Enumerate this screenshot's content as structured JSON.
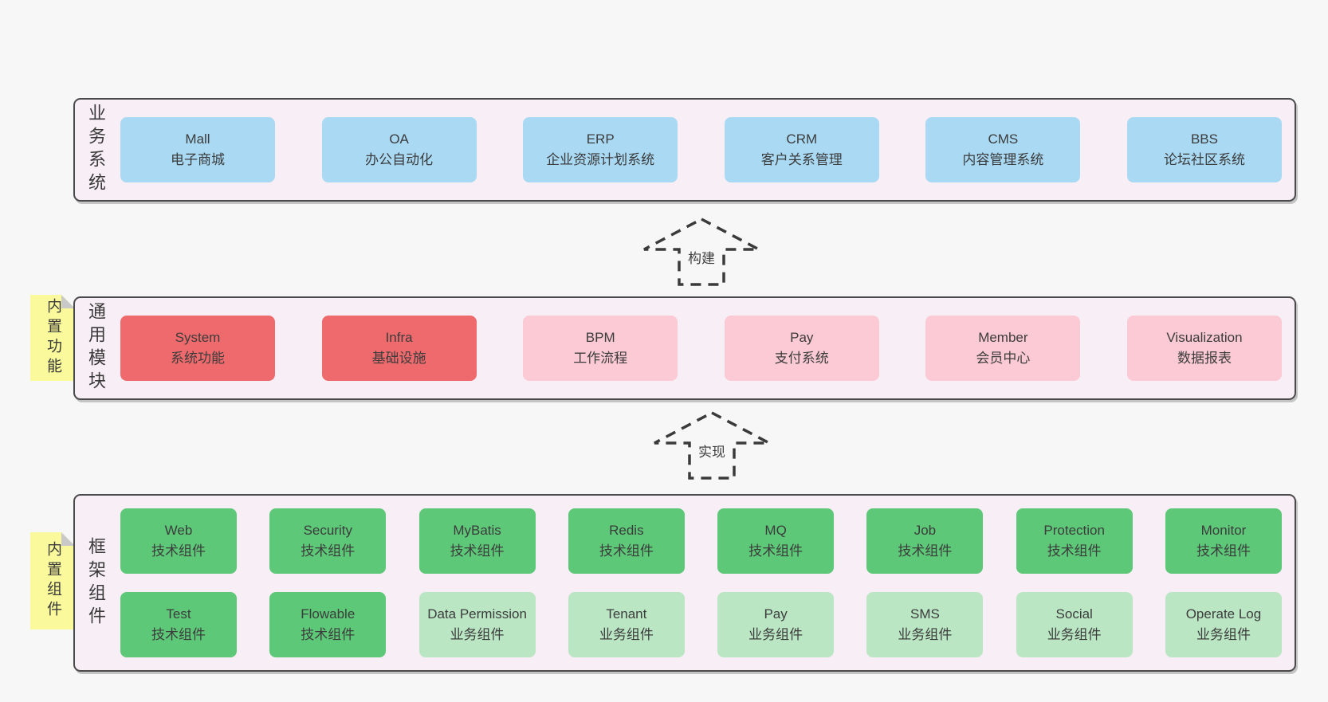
{
  "colors": {
    "page_bg": "#f7f7f7",
    "band_bg": "#f8eef5",
    "band_border": "#4a4a4a",
    "blue": "#a9d9f3",
    "red": "#ef6a6d",
    "pink": "#fbcad4",
    "green": "#5dc878",
    "light_green": "#bae6c4",
    "yellow": "#fafa9c",
    "text": "#3c3c3c"
  },
  "arrows": [
    {
      "label": "构建"
    },
    {
      "label": "实现"
    }
  ],
  "bands": [
    {
      "label": "业务系统",
      "rows": [
        [
          {
            "name": "Mall",
            "desc": "电子商城"
          },
          {
            "name": "OA",
            "desc": "办公自动化"
          },
          {
            "name": "ERP",
            "desc": "企业资源计划系统"
          },
          {
            "name": "CRM",
            "desc": "客户关系管理"
          },
          {
            "name": "CMS",
            "desc": "内容管理系统"
          },
          {
            "name": "BBS",
            "desc": "论坛社区系统"
          }
        ]
      ]
    },
    {
      "label": "通用模块",
      "sticky": "内置功能",
      "rows": [
        [
          {
            "name": "System",
            "desc": "系统功能"
          },
          {
            "name": "Infra",
            "desc": "基础设施"
          },
          {
            "name": "BPM",
            "desc": "工作流程"
          },
          {
            "name": "Pay",
            "desc": "支付系统"
          },
          {
            "name": "Member",
            "desc": "会员中心"
          },
          {
            "name": "Visualization",
            "desc": "数据报表"
          }
        ]
      ]
    },
    {
      "label": "框架组件",
      "sticky": "内置组件",
      "rows": [
        [
          {
            "name": "Web",
            "desc": "技术组件"
          },
          {
            "name": "Security",
            "desc": "技术组件"
          },
          {
            "name": "MyBatis",
            "desc": "技术组件"
          },
          {
            "name": "Redis",
            "desc": "技术组件"
          },
          {
            "name": "MQ",
            "desc": "技术组件"
          },
          {
            "name": "Job",
            "desc": "技术组件"
          },
          {
            "name": "Protection",
            "desc": "技术组件"
          },
          {
            "name": "Monitor",
            "desc": "技术组件"
          }
        ],
        [
          {
            "name": "Test",
            "desc": "技术组件"
          },
          {
            "name": "Flowable",
            "desc": "技术组件"
          },
          {
            "name": "Data Permission",
            "desc": "业务组件"
          },
          {
            "name": "Tenant",
            "desc": "业务组件"
          },
          {
            "name": "Pay",
            "desc": "业务组件"
          },
          {
            "name": "SMS",
            "desc": "业务组件"
          },
          {
            "name": "Social",
            "desc": "业务组件"
          },
          {
            "name": "Operate Log",
            "desc": "业务组件"
          }
        ]
      ]
    }
  ]
}
